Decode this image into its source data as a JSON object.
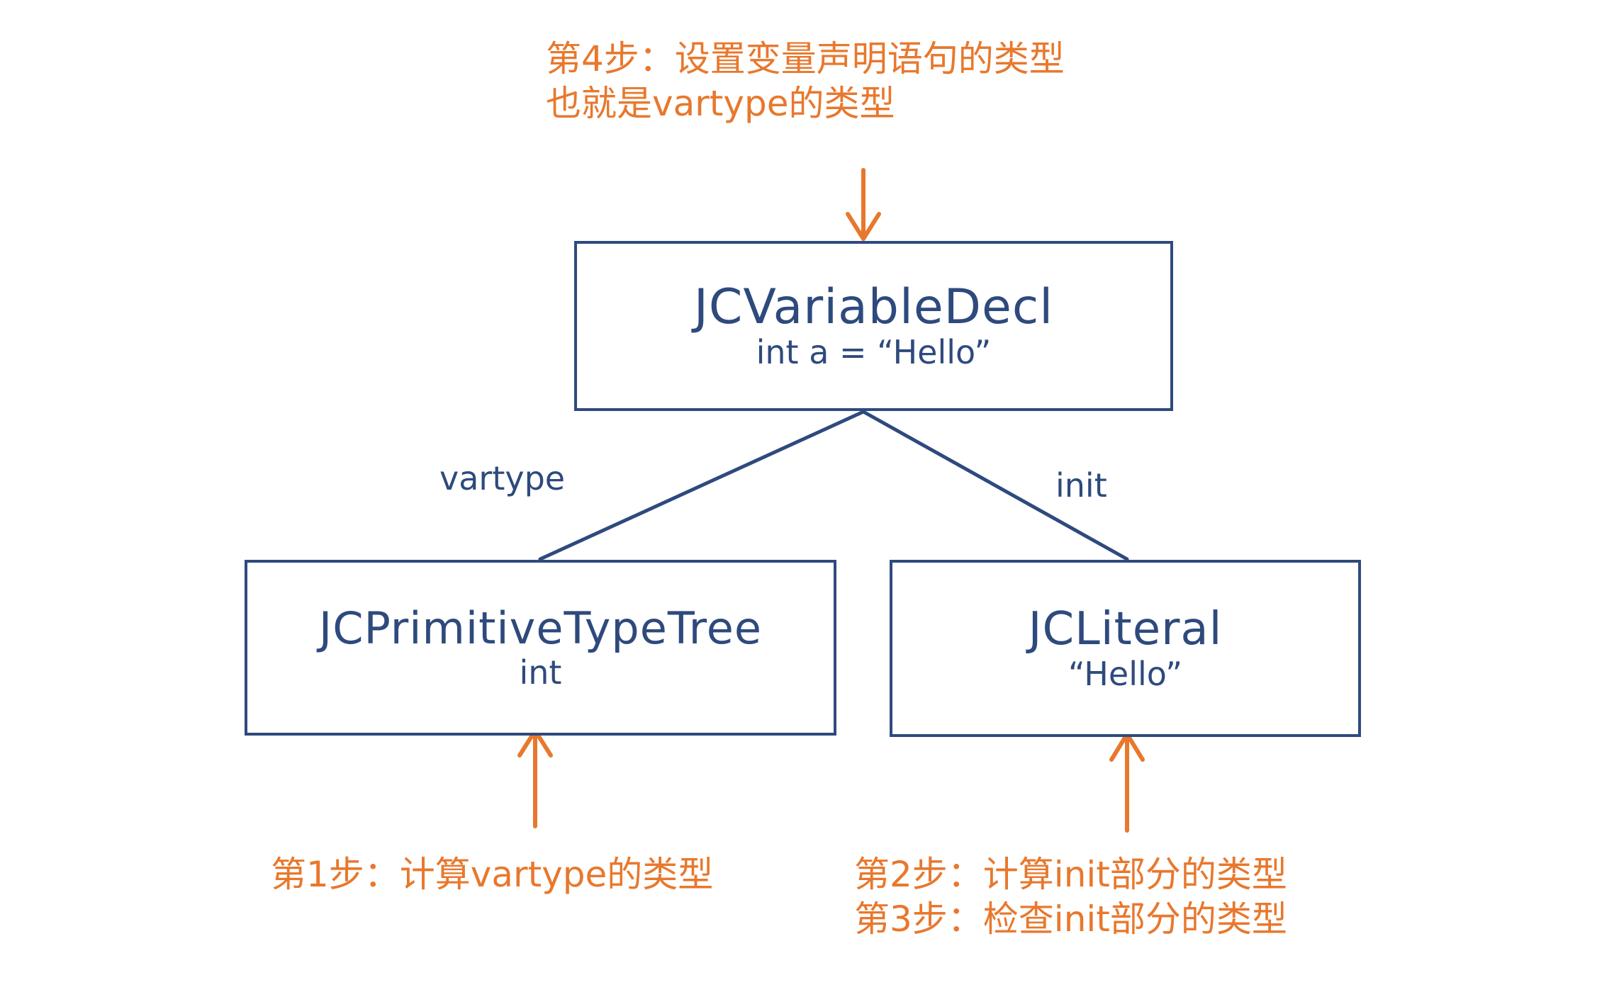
{
  "diagram": {
    "title": "JCVariableDecl type attribution steps",
    "colors": {
      "node_stroke": "#2e4a7d",
      "node_text": "#2e4a7d",
      "annotation": "#e8782d",
      "background": "#ffffff"
    },
    "nodes": [
      {
        "id": "root",
        "title": "JCVariableDecl",
        "subtitle": "int a = “Hello”"
      },
      {
        "id": "vartype",
        "title": "JCPrimitiveTypeTree",
        "subtitle": "int"
      },
      {
        "id": "init",
        "title": "JCLiteral",
        "subtitle": "“Hello”"
      }
    ],
    "edges": [
      {
        "id": "edge-vartype",
        "label": "vartype",
        "from": "root",
        "to": "vartype"
      },
      {
        "id": "edge-init",
        "label": "init",
        "from": "root",
        "to": "init"
      }
    ],
    "annotations": [
      {
        "id": "step4",
        "target": "root",
        "arrow": "down",
        "lines": [
          "第4步：设置变量声明语句的类型",
          "也就是vartype的类型"
        ]
      },
      {
        "id": "step1",
        "target": "vartype",
        "arrow": "up",
        "lines": [
          "第1步：计算vartype的类型"
        ]
      },
      {
        "id": "step23",
        "target": "init",
        "arrow": "up",
        "lines": [
          "第2步：计算init部分的类型",
          "第3步：检查init部分的类型"
        ]
      }
    ]
  }
}
